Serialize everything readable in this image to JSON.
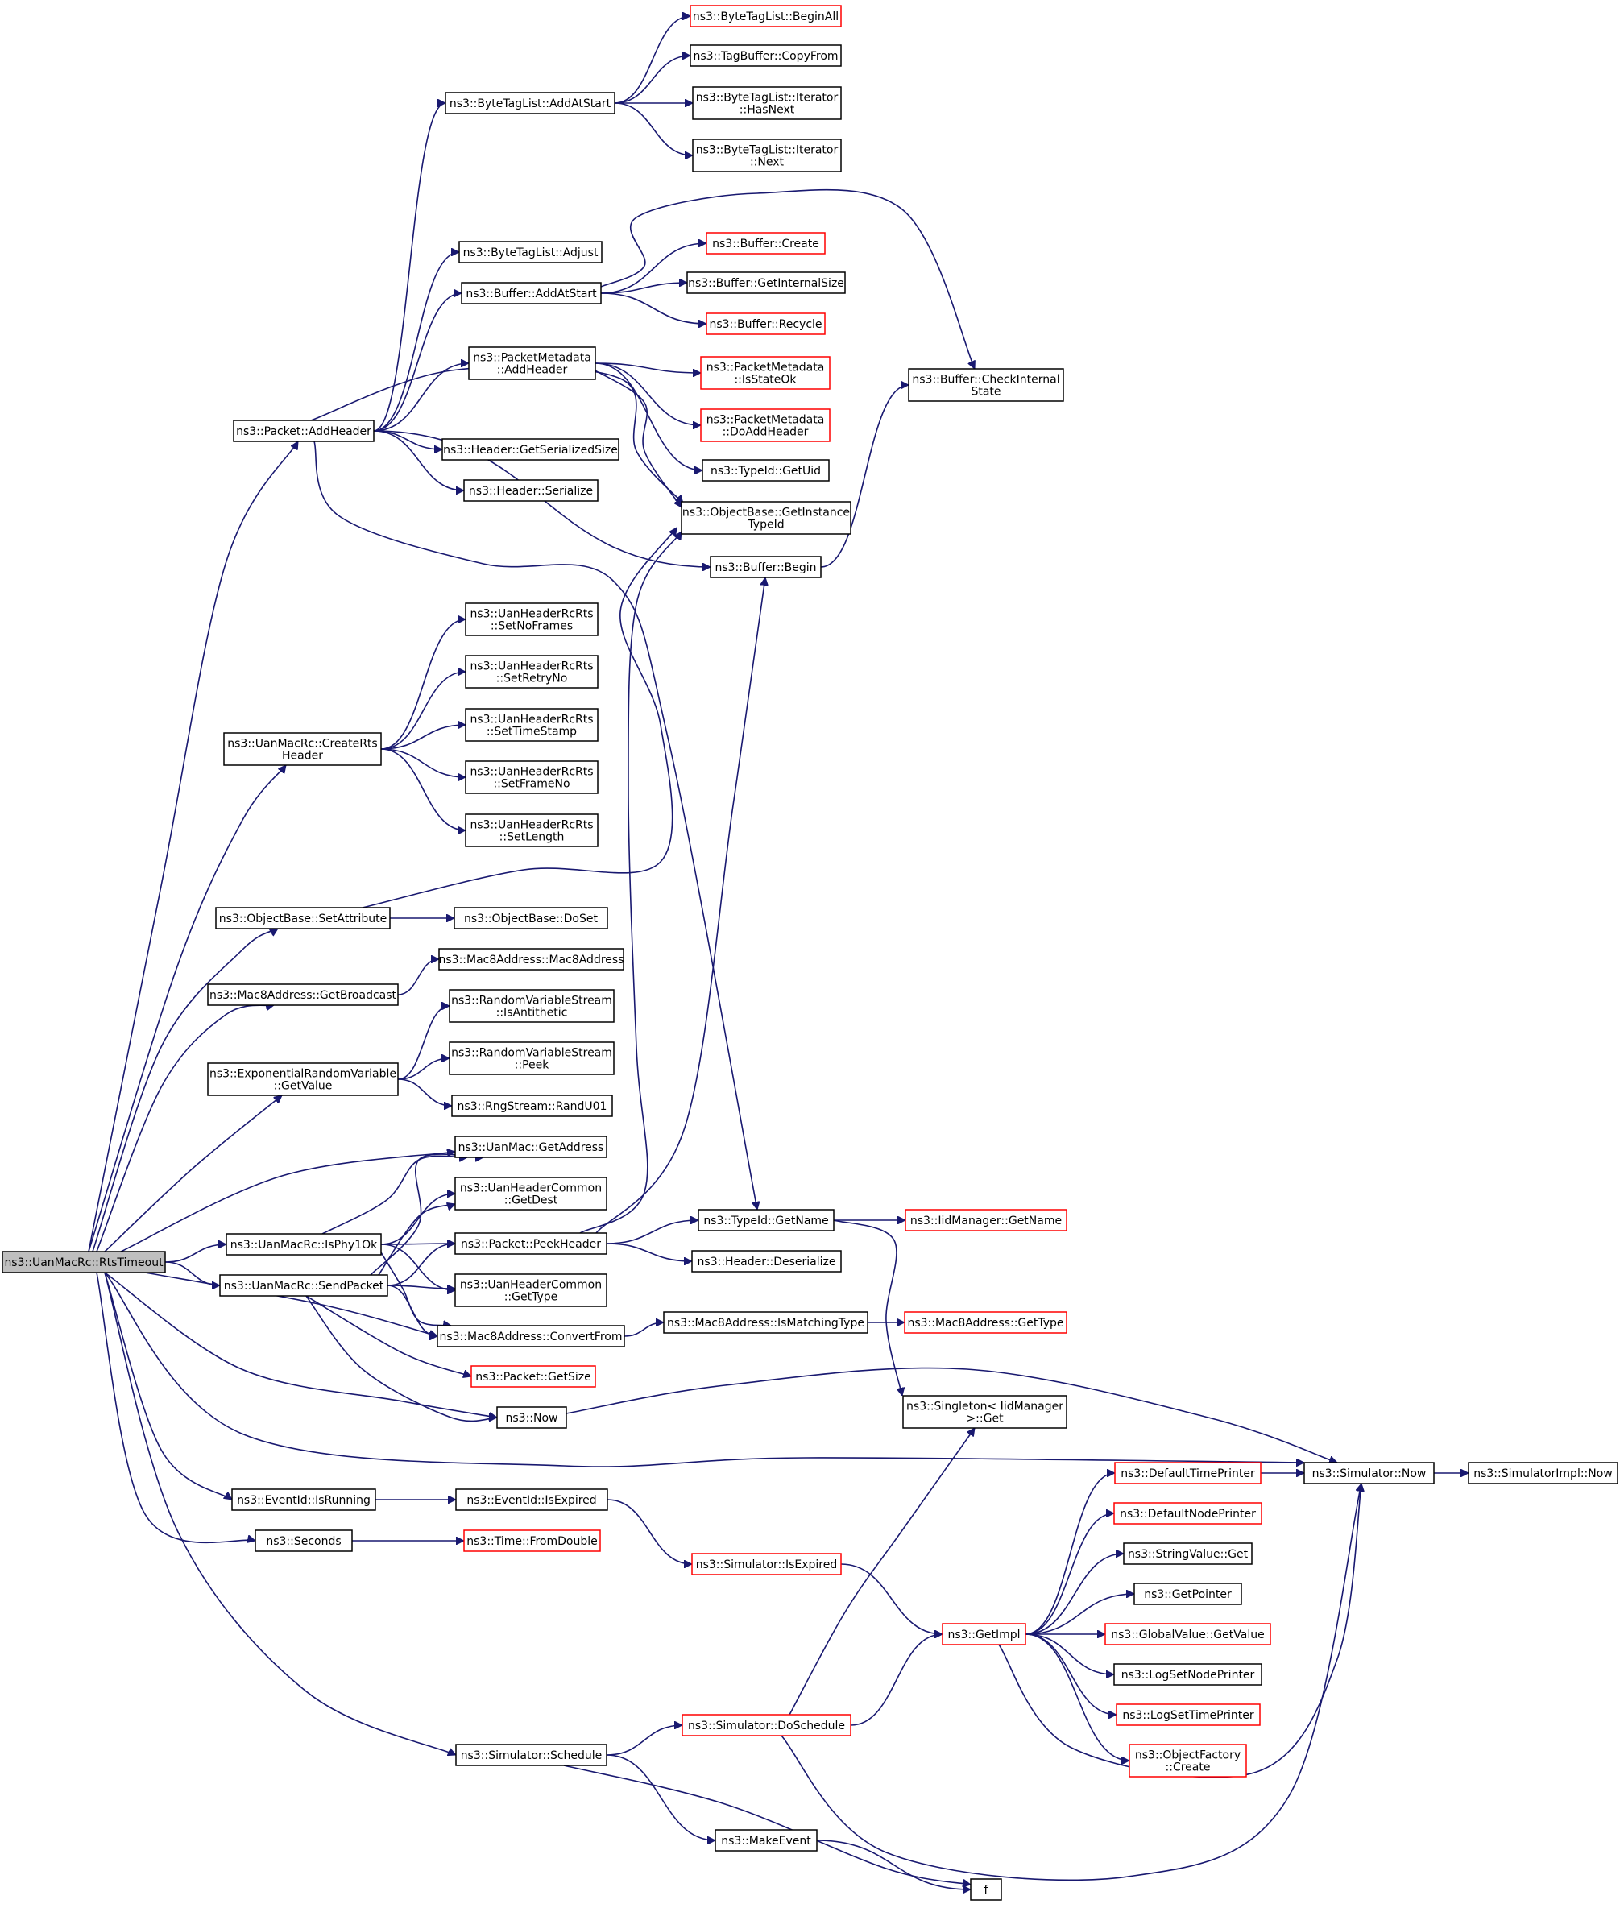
{
  "nodes": [
    {
      "id": "RtsTimeout",
      "lines": [
        "ns3::UanMacRc::RtsTimeout"
      ],
      "root": true
    },
    {
      "id": "BeginAll",
      "lines": [
        "ns3::ByteTagList::BeginAll"
      ],
      "red": true
    },
    {
      "id": "CopyFrom",
      "lines": [
        "ns3::TagBuffer::CopyFrom"
      ]
    },
    {
      "id": "AddAtStartTag",
      "lines": [
        "ns3::ByteTagList::AddAtStart"
      ]
    },
    {
      "id": "IterHasNext",
      "lines": [
        "ns3::ByteTagList::Iterator",
        "::HasNext"
      ]
    },
    {
      "id": "IterNext",
      "lines": [
        "ns3::ByteTagList::Iterator",
        "::Next"
      ]
    },
    {
      "id": "BufCreate",
      "lines": [
        "ns3::Buffer::Create"
      ],
      "red": true
    },
    {
      "id": "Adjust",
      "lines": [
        "ns3::ByteTagList::Adjust"
      ]
    },
    {
      "id": "BufAddAtStart",
      "lines": [
        "ns3::Buffer::AddAtStart"
      ]
    },
    {
      "id": "GetInternalSize",
      "lines": [
        "ns3::Buffer::GetInternalSize"
      ]
    },
    {
      "id": "Recycle",
      "lines": [
        "ns3::Buffer::Recycle"
      ],
      "red": true
    },
    {
      "id": "PMAddHeader",
      "lines": [
        "ns3::PacketMetadata",
        "::AddHeader"
      ]
    },
    {
      "id": "IsStateOk",
      "lines": [
        "ns3::PacketMetadata",
        "::IsStateOk"
      ],
      "red": true
    },
    {
      "id": "CheckInternal",
      "lines": [
        "ns3::Buffer::CheckInternal",
        "State"
      ]
    },
    {
      "id": "DoAddHeader",
      "lines": [
        "ns3::PacketMetadata",
        "::DoAddHeader"
      ],
      "red": true
    },
    {
      "id": "PacketAddHeader",
      "lines": [
        "ns3::Packet::AddHeader"
      ]
    },
    {
      "id": "GetSerializedSize",
      "lines": [
        "ns3::Header::GetSerializedSize"
      ]
    },
    {
      "id": "GetUid",
      "lines": [
        "ns3::TypeId::GetUid"
      ]
    },
    {
      "id": "HeaderSerialize",
      "lines": [
        "ns3::Header::Serialize"
      ]
    },
    {
      "id": "GetInstanceTypeId",
      "lines": [
        "ns3::ObjectBase::GetInstance",
        "TypeId"
      ]
    },
    {
      "id": "BufBegin",
      "lines": [
        "ns3::Buffer::Begin"
      ]
    },
    {
      "id": "SetNoFrames",
      "lines": [
        "ns3::UanHeaderRcRts",
        "::SetNoFrames"
      ]
    },
    {
      "id": "SetRetryNo",
      "lines": [
        "ns3::UanHeaderRcRts",
        "::SetRetryNo"
      ]
    },
    {
      "id": "CreateRtsHeader",
      "lines": [
        "ns3::UanMacRc::CreateRts",
        "Header"
      ]
    },
    {
      "id": "SetTimeStamp",
      "lines": [
        "ns3::UanHeaderRcRts",
        "::SetTimeStamp"
      ]
    },
    {
      "id": "SetFrameNo",
      "lines": [
        "ns3::UanHeaderRcRts",
        "::SetFrameNo"
      ]
    },
    {
      "id": "SetLength",
      "lines": [
        "ns3::UanHeaderRcRts",
        "::SetLength"
      ]
    },
    {
      "id": "SetAttribute",
      "lines": [
        "ns3::ObjectBase::SetAttribute"
      ]
    },
    {
      "id": "DoSet",
      "lines": [
        "ns3::ObjectBase::DoSet"
      ]
    },
    {
      "id": "Mac8Ctor",
      "lines": [
        "ns3::Mac8Address::Mac8Address"
      ]
    },
    {
      "id": "GetBroadcast",
      "lines": [
        "ns3::Mac8Address::GetBroadcast"
      ]
    },
    {
      "id": "IsAntithetic",
      "lines": [
        "ns3::RandomVariableStream",
        "::IsAntithetic"
      ]
    },
    {
      "id": "ExpGetValue",
      "lines": [
        "ns3::ExponentialRandomVariable",
        "::GetValue"
      ]
    },
    {
      "id": "Peek",
      "lines": [
        "ns3::RandomVariableStream",
        "::Peek"
      ]
    },
    {
      "id": "RandU01",
      "lines": [
        "ns3::RngStream::RandU01"
      ]
    },
    {
      "id": "UanGetAddress",
      "lines": [
        "ns3::UanMac::GetAddress"
      ]
    },
    {
      "id": "GetDest",
      "lines": [
        "ns3::UanHeaderCommon",
        "::GetDest"
      ]
    },
    {
      "id": "TypeIdGetName",
      "lines": [
        "ns3::TypeId::GetName"
      ]
    },
    {
      "id": "IidGetName",
      "lines": [
        "ns3::IidManager::GetName"
      ],
      "red": true
    },
    {
      "id": "IsPhy1Ok",
      "lines": [
        "ns3::UanMacRc::IsPhy1Ok"
      ]
    },
    {
      "id": "PeekHeader",
      "lines": [
        "ns3::Packet::PeekHeader"
      ]
    },
    {
      "id": "HeaderDeserialize",
      "lines": [
        "ns3::Header::Deserialize"
      ]
    },
    {
      "id": "SendPacket",
      "lines": [
        "ns3::UanMacRc::SendPacket"
      ]
    },
    {
      "id": "GetType",
      "lines": [
        "ns3::UanHeaderCommon",
        "::GetType"
      ]
    },
    {
      "id": "IsMatchingType",
      "lines": [
        "ns3::Mac8Address::IsMatchingType"
      ]
    },
    {
      "id": "Mac8GetType",
      "lines": [
        "ns3::Mac8Address::GetType"
      ],
      "red": true
    },
    {
      "id": "ConvertFrom",
      "lines": [
        "ns3::Mac8Address::ConvertFrom"
      ]
    },
    {
      "id": "PacketGetSize",
      "lines": [
        "ns3::Packet::GetSize"
      ],
      "red": true
    },
    {
      "id": "SingletonGet",
      "lines": [
        "ns3::Singleton< IidManager",
        " >::Get"
      ]
    },
    {
      "id": "Now",
      "lines": [
        "ns3::Now"
      ]
    },
    {
      "id": "DefaultTimePrinter",
      "lines": [
        "ns3::DefaultTimePrinter"
      ],
      "red": true
    },
    {
      "id": "SimNow",
      "lines": [
        "ns3::Simulator::Now"
      ]
    },
    {
      "id": "SimImplNow",
      "lines": [
        "ns3::SimulatorImpl::Now"
      ]
    },
    {
      "id": "IsRunning",
      "lines": [
        "ns3::EventId::IsRunning"
      ]
    },
    {
      "id": "EvIsExpired",
      "lines": [
        "ns3::EventId::IsExpired"
      ]
    },
    {
      "id": "DefaultNodePrinter",
      "lines": [
        "ns3::DefaultNodePrinter"
      ],
      "red": true
    },
    {
      "id": "Seconds",
      "lines": [
        "ns3::Seconds"
      ]
    },
    {
      "id": "FromDouble",
      "lines": [
        "ns3::Time::FromDouble"
      ],
      "red": true
    },
    {
      "id": "SimIsExpired",
      "lines": [
        "ns3::Simulator::IsExpired"
      ],
      "red": true
    },
    {
      "id": "StringValueGet",
      "lines": [
        "ns3::StringValue::Get"
      ]
    },
    {
      "id": "GetPointer",
      "lines": [
        "ns3::GetPointer"
      ]
    },
    {
      "id": "GetImpl",
      "lines": [
        "ns3::GetImpl"
      ],
      "red": true
    },
    {
      "id": "GlobalValueGetValue",
      "lines": [
        "ns3::GlobalValue::GetValue"
      ],
      "red": true
    },
    {
      "id": "LogSetNodePrinter",
      "lines": [
        "ns3::LogSetNodePrinter"
      ]
    },
    {
      "id": "LogSetTimePrinter",
      "lines": [
        "ns3::LogSetTimePrinter"
      ],
      "red": true
    },
    {
      "id": "DoSchedule",
      "lines": [
        "ns3::Simulator::DoSchedule"
      ],
      "red": true
    },
    {
      "id": "SimSchedule",
      "lines": [
        "ns3::Simulator::Schedule"
      ]
    },
    {
      "id": "ObjectFactoryCreate",
      "lines": [
        "ns3::ObjectFactory",
        "::Create"
      ],
      "red": true
    },
    {
      "id": "MakeEvent",
      "lines": [
        "ns3::MakeEvent"
      ]
    },
    {
      "id": "f",
      "lines": [
        "f"
      ]
    }
  ],
  "edges": [
    [
      "RtsTimeout",
      "PacketAddHeader"
    ],
    [
      "RtsTimeout",
      "CreateRtsHeader"
    ],
    [
      "RtsTimeout",
      "SetAttribute"
    ],
    [
      "RtsTimeout",
      "GetBroadcast"
    ],
    [
      "RtsTimeout",
      "ExpGetValue"
    ],
    [
      "RtsTimeout",
      "UanGetAddress"
    ],
    [
      "RtsTimeout",
      "IsPhy1Ok"
    ],
    [
      "RtsTimeout",
      "SendPacket"
    ],
    [
      "RtsTimeout",
      "ConvertFrom"
    ],
    [
      "RtsTimeout",
      "Now"
    ],
    [
      "RtsTimeout",
      "SimNow"
    ],
    [
      "RtsTimeout",
      "IsRunning"
    ],
    [
      "RtsTimeout",
      "Seconds"
    ],
    [
      "RtsTimeout",
      "SimSchedule"
    ],
    [
      "PacketAddHeader",
      "AddAtStartTag"
    ],
    [
      "PacketAddHeader",
      "Adjust"
    ],
    [
      "PacketAddHeader",
      "BufAddAtStart"
    ],
    [
      "PacketAddHeader",
      "PMAddHeader"
    ],
    [
      "PacketAddHeader",
      "GetSerializedSize"
    ],
    [
      "PacketAddHeader",
      "HeaderSerialize"
    ],
    [
      "PacketAddHeader",
      "GetInstanceTypeId"
    ],
    [
      "PacketAddHeader",
      "BufBegin"
    ],
    [
      "PacketAddHeader",
      "TypeIdGetName"
    ],
    [
      "AddAtStartTag",
      "BeginAll"
    ],
    [
      "AddAtStartTag",
      "CopyFrom"
    ],
    [
      "AddAtStartTag",
      "IterHasNext"
    ],
    [
      "AddAtStartTag",
      "IterNext"
    ],
    [
      "BufAddAtStart",
      "BufCreate"
    ],
    [
      "BufAddAtStart",
      "GetInternalSize"
    ],
    [
      "BufAddAtStart",
      "Recycle"
    ],
    [
      "BufAddAtStart",
      "CheckInternal"
    ],
    [
      "PMAddHeader",
      "IsStateOk"
    ],
    [
      "PMAddHeader",
      "DoAddHeader"
    ],
    [
      "PMAddHeader",
      "GetUid"
    ],
    [
      "PMAddHeader",
      "GetInstanceTypeId"
    ],
    [
      "BufBegin",
      "CheckInternal"
    ],
    [
      "CreateRtsHeader",
      "SetNoFrames"
    ],
    [
      "CreateRtsHeader",
      "SetRetryNo"
    ],
    [
      "CreateRtsHeader",
      "SetTimeStamp"
    ],
    [
      "CreateRtsHeader",
      "SetFrameNo"
    ],
    [
      "CreateRtsHeader",
      "SetLength"
    ],
    [
      "SetAttribute",
      "DoSet"
    ],
    [
      "SetAttribute",
      "GetInstanceTypeId"
    ],
    [
      "GetBroadcast",
      "Mac8Ctor"
    ],
    [
      "ExpGetValue",
      "IsAntithetic"
    ],
    [
      "ExpGetValue",
      "Peek"
    ],
    [
      "ExpGetValue",
      "RandU01"
    ],
    [
      "IsPhy1Ok",
      "UanGetAddress"
    ],
    [
      "IsPhy1Ok",
      "GetDest"
    ],
    [
      "IsPhy1Ok",
      "PeekHeader"
    ],
    [
      "IsPhy1Ok",
      "GetType"
    ],
    [
      "IsPhy1Ok",
      "ConvertFrom"
    ],
    [
      "SendPacket",
      "UanGetAddress"
    ],
    [
      "SendPacket",
      "GetDest"
    ],
    [
      "SendPacket",
      "PeekHeader"
    ],
    [
      "SendPacket",
      "GetType"
    ],
    [
      "SendPacket",
      "ConvertFrom"
    ],
    [
      "SendPacket",
      "PacketGetSize"
    ],
    [
      "SendPacket",
      "Now"
    ],
    [
      "PeekHeader",
      "GetInstanceTypeId"
    ],
    [
      "PeekHeader",
      "BufBegin"
    ],
    [
      "PeekHeader",
      "TypeIdGetName"
    ],
    [
      "PeekHeader",
      "HeaderDeserialize"
    ],
    [
      "TypeIdGetName",
      "IidGetName"
    ],
    [
      "TypeIdGetName",
      "SingletonGet"
    ],
    [
      "ConvertFrom",
      "IsMatchingType"
    ],
    [
      "IsMatchingType",
      "Mac8GetType"
    ],
    [
      "Now",
      "SimNow"
    ],
    [
      "SimNow",
      "SimImplNow"
    ],
    [
      "IsRunning",
      "EvIsExpired"
    ],
    [
      "EvIsExpired",
      "SimIsExpired"
    ],
    [
      "SimIsExpired",
      "GetImpl"
    ],
    [
      "Seconds",
      "FromDouble"
    ],
    [
      "SimSchedule",
      "DoSchedule"
    ],
    [
      "SimSchedule",
      "MakeEvent"
    ],
    [
      "SimSchedule",
      "f"
    ],
    [
      "MakeEvent",
      "f"
    ],
    [
      "DoSchedule",
      "GetImpl"
    ],
    [
      "DoSchedule",
      "SingletonGet"
    ],
    [
      "DoSchedule",
      "SimNow"
    ],
    [
      "GetImpl",
      "DefaultTimePrinter"
    ],
    [
      "GetImpl",
      "DefaultNodePrinter"
    ],
    [
      "GetImpl",
      "StringValueGet"
    ],
    [
      "GetImpl",
      "GetPointer"
    ],
    [
      "GetImpl",
      "GlobalValueGetValue"
    ],
    [
      "GetImpl",
      "LogSetNodePrinter"
    ],
    [
      "GetImpl",
      "LogSetTimePrinter"
    ],
    [
      "GetImpl",
      "ObjectFactoryCreate"
    ],
    [
      "GetImpl",
      "SimNow"
    ],
    [
      "DefaultTimePrinter",
      "SimNow"
    ]
  ]
}
